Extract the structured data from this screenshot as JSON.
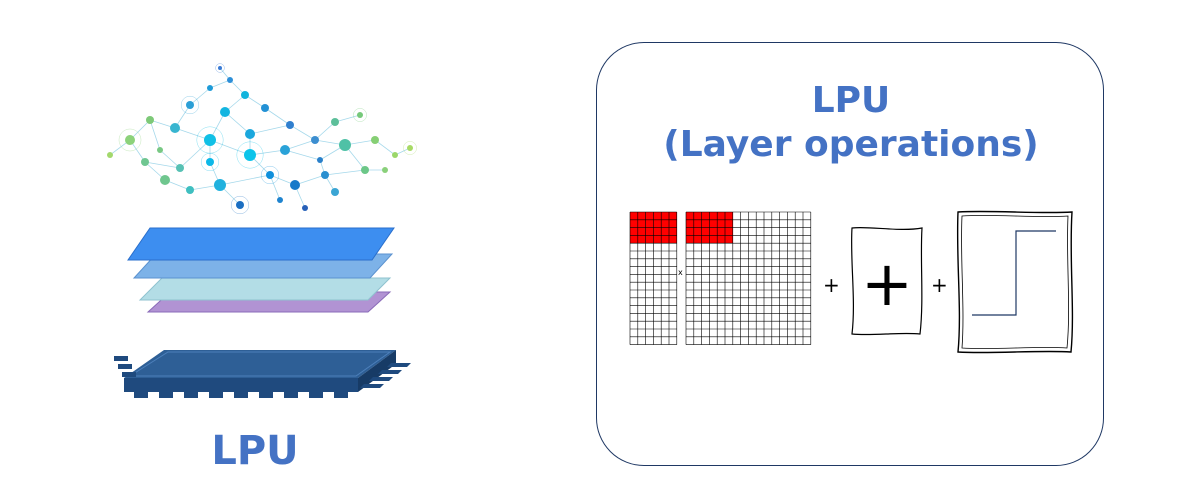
{
  "left": {
    "caption": "LPU"
  },
  "panel": {
    "title_line1": "LPU",
    "title_line2": "(Layer operations)"
  },
  "operations": {
    "multiply_symbol": "x",
    "plus_symbol_1": "+",
    "plus_symbol_2": "+",
    "add_block_symbol": "+"
  },
  "colors": {
    "accent_text": "#4472c4",
    "panel_border": "#1f3864",
    "highlight_cells": "#ff0000",
    "chip_body": "#2e5f96",
    "layer_1": "#3d8ef0",
    "layer_2": "#7db2e8",
    "layer_3": "#b3dde6",
    "layer_4": "#b193d3"
  },
  "icons": [
    "neural-network-icon",
    "layers-icon",
    "chip-icon",
    "matrix-grid-icon",
    "step-function-icon"
  ]
}
